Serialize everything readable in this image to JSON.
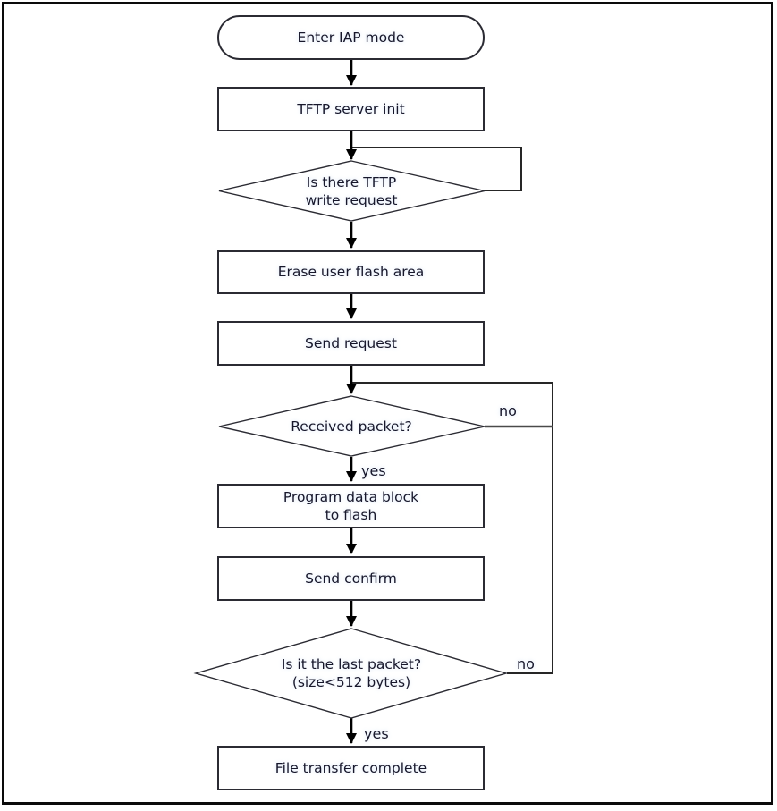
{
  "flowchart": {
    "nodes": {
      "start": {
        "label": "Enter IAP mode"
      },
      "tftp_server_init": {
        "label": "TFTP server init"
      },
      "tftp_write_request": {
        "label": "Is there TFTP\nwrite request"
      },
      "erase_user_flash": {
        "label": "Erase user flash area"
      },
      "send_request": {
        "label": "Send request"
      },
      "received_packet": {
        "label": "Received packet?"
      },
      "program_data_block": {
        "label": "Program data block\nto flash"
      },
      "send_confirm": {
        "label": "Send confirm"
      },
      "last_packet": {
        "label": "Is it the last packet?\n(size<512 bytes)"
      },
      "file_transfer_complete": {
        "label": "File transfer complete"
      }
    },
    "edge_labels": {
      "received_packet_no": "no",
      "received_packet_yes": "yes",
      "last_packet_no": "no",
      "last_packet_yes": "yes"
    },
    "colors": {
      "stroke": "#1c1c1c",
      "text": "#17172b",
      "background": "#ffffff"
    }
  }
}
